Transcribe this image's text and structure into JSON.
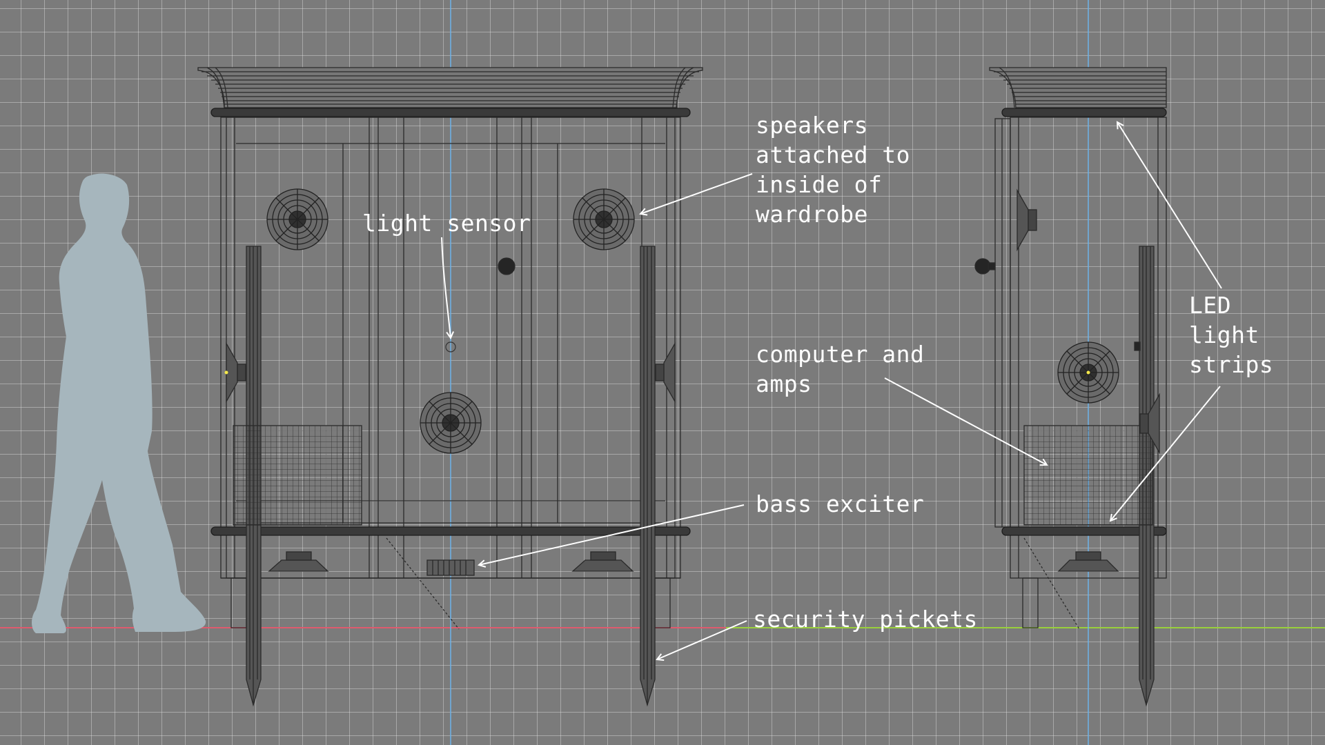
{
  "callouts": {
    "speakers": "speakers\nattached to\ninside of\nwardrobe",
    "light_sensor": "light sensor",
    "computer": "computer and\namps",
    "bass_exciter": "bass exciter",
    "security_pickets": "security pickets",
    "led_strips": "LED\nlight\nstrips"
  },
  "colors": {
    "background": "#7b7b7b",
    "grid_line": "#d6d6d6",
    "wireframe": "#2a2a2a",
    "axis_x": "#e05a6e",
    "axis_y": "#9ad13b",
    "axis_z": "#6db3ea",
    "silhouette": "#a6b6bd",
    "annotation": "#ffffff",
    "vertex_marker": "#f5e94a"
  }
}
